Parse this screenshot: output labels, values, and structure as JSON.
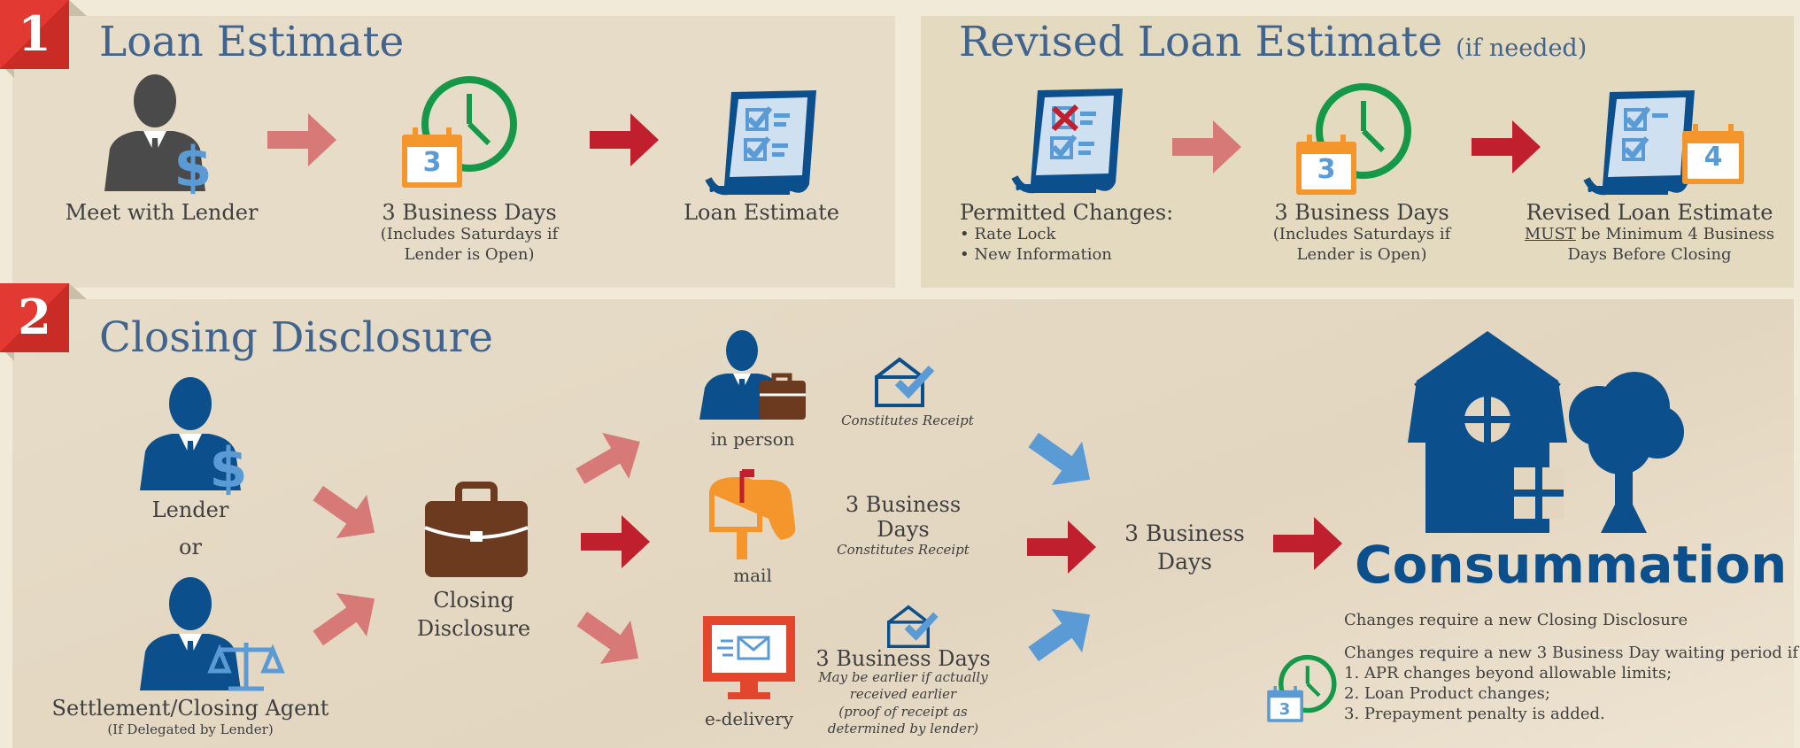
{
  "section1": {
    "badge": "1",
    "title": "Loan Estimate",
    "step1_label": "Meet with Lender",
    "step2_label": "3 Business Days",
    "step2_note_line1": "(Includes Saturdays if",
    "step2_note_line2": "Lender is Open)",
    "step3_label": "Loan Estimate",
    "calendar_number": "3"
  },
  "section1b": {
    "title": "Revised Loan Estimate",
    "title_suffix": "(if needed)",
    "step1_label": "Permitted Changes:",
    "bullet1": "• Rate Lock",
    "bullet2": "• New Information",
    "step2_label": "3 Business Days",
    "step2_note_line1": "(Includes Saturdays if",
    "step2_note_line2": "Lender is Open)",
    "step3_label": "Revised Loan Estimate",
    "step3_must": "MUST",
    "step3_note_line1": " be Minimum 4 Business",
    "step3_note_line2": "Days Before Closing",
    "calendar_number": "3",
    "calendar_number2": "4"
  },
  "section2": {
    "badge": "2",
    "title": "Closing Disclosure",
    "lender_label": "Lender",
    "or_label": "or",
    "agent_label": "Settlement/Closing Agent",
    "agent_note": "(If Delegated by Lender)",
    "closing_line1": "Closing",
    "closing_line2": "Disclosure",
    "in_person_label": "in person",
    "in_person_note": "Constitutes Receipt",
    "mail_label": "mail",
    "mail_days_line1": "3 Business",
    "mail_days_line2": "Days",
    "mail_note": "Constitutes Receipt",
    "edelivery_label": "e-delivery",
    "edelivery_days": "3 Business Days",
    "edelivery_note_line1": "May be earlier if actually",
    "edelivery_note_line2": "received earlier",
    "edelivery_note_line3": "(proof of receipt as",
    "edelivery_note_line4": "determined by lender)",
    "final_days_line1": "3 Business",
    "final_days_line2": "Days",
    "consummation": "Consummation",
    "changes_line": "Changes require a new Closing Disclosure",
    "waiting_line": "Changes require a new 3 Business Day waiting period if",
    "item1": "1. APR changes beyond allowable limits;",
    "item2": "2. Loan Product changes;",
    "item3": "3. Prepayment penalty is added.",
    "calendar_number": "3"
  },
  "colors": {
    "blue": "#0b4f8c",
    "light_blue": "#5b9bd5",
    "red": "#c0202e",
    "pink": "#d77a77",
    "orange": "#f4962b",
    "green": "#159848",
    "brown": "#6b3a1f",
    "title": "#41648f"
  },
  "icons": [
    "person-dollar-icon",
    "clock-calendar-icon",
    "document-check-icon",
    "document-x-icon",
    "briefcase-icon",
    "person-briefcase-icon",
    "mailbox-icon",
    "monitor-icon",
    "envelope-check-icon",
    "house-tree-icon",
    "scales-icon"
  ]
}
